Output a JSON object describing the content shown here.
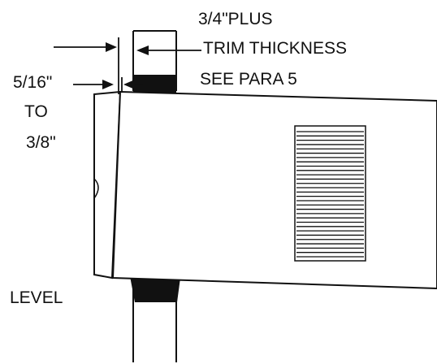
{
  "labels": {
    "trim_line1": "3/4\"PLUS",
    "trim_line2": "TRIM THICKNESS",
    "see_para": "SEE PARA 5",
    "gap_line1": "5/16\"",
    "gap_line2": "TO",
    "gap_line3": "3/8\"",
    "level": "LEVEL"
  },
  "colors": {
    "line": "#111111",
    "background": "#ffffff"
  }
}
